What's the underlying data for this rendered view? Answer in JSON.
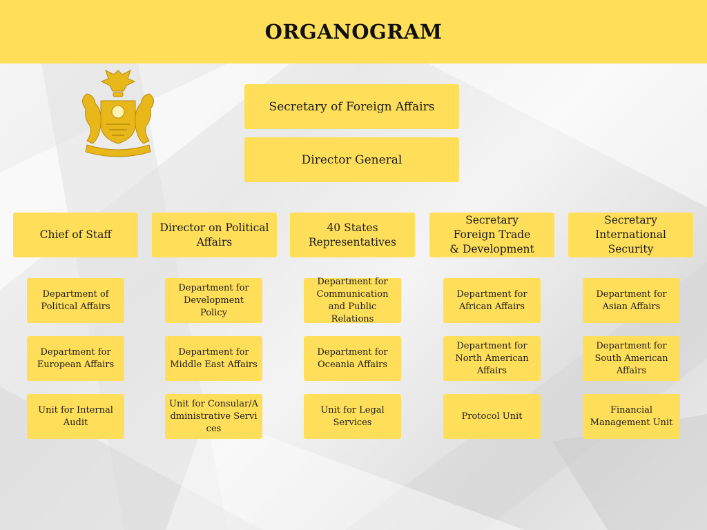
{
  "header": {
    "title": "ORGANOGRAM"
  },
  "top": {
    "secretary": "Secretary of Foreign Affairs",
    "director_general": "Director General"
  },
  "columns": [
    {
      "head": "Chief of Staff",
      "units": [
        "Department of Political Affairs",
        "Department for European Affairs",
        "Unit for Internal Audit"
      ]
    },
    {
      "head": "Director on Political Affairs",
      "units": [
        "Department for Development Policy",
        "Department for Middle East Affairs",
        "Unit for Consular/Administrative Services"
      ]
    },
    {
      "head": "40 States Representatives",
      "units": [
        "Department for Communication and Public Relations",
        "Department for Oceania Affairs",
        "Unit for Legal Services"
      ]
    },
    {
      "head": "Secretary Foreign Trade & Development",
      "units": [
        "Department for African Affairs",
        "Department for North American Affairs",
        "Protocol Unit"
      ]
    },
    {
      "head": "Secretary International Security",
      "units": [
        "Department for Asian Affairs",
        "Department for South American Affairs",
        "Financial Management Unit"
      ]
    }
  ],
  "colors": {
    "accent": "#ffdf5a",
    "emblem": "#e8b81a",
    "text": "#111111"
  },
  "icons": {
    "emblem": "coat-of-arms-icon"
  }
}
